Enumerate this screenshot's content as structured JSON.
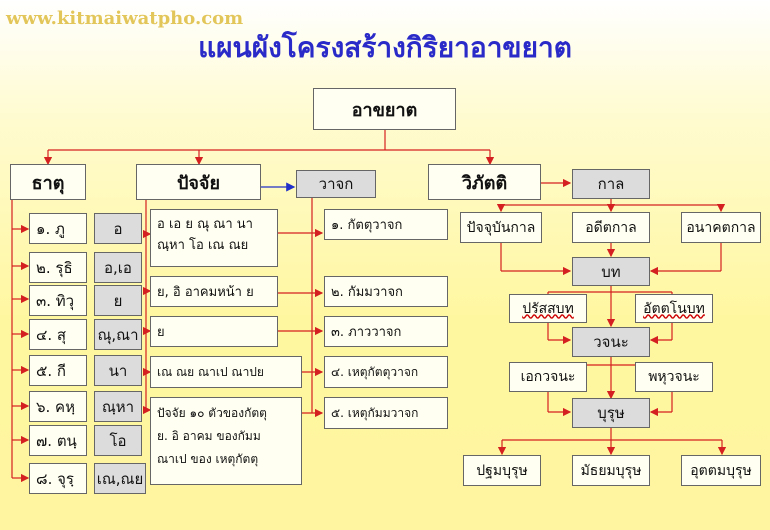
{
  "watermark": "www.kitmaiwatpho.com",
  "title": "แผนผังโครงสร้างกิริยาอาขยาต",
  "root": "อาขยาต",
  "dhatu": {
    "heading": "ธาตุ",
    "rows": [
      {
        "label": "๑. ภู",
        "vikarana": "อ"
      },
      {
        "label": "๒. รุธิ",
        "vikarana": "อ,เอ"
      },
      {
        "label": "๓. ทิวุ",
        "vikarana": "ย"
      },
      {
        "label": "๔. สุ",
        "vikarana": "ณุ,ณา"
      },
      {
        "label": "๕. กี",
        "vikarana": "นา"
      },
      {
        "label": "๖. คหฺ",
        "vikarana": "ณฺหา"
      },
      {
        "label": "๗. ตนฺ",
        "vikarana": "โอ"
      },
      {
        "label": "๘. จุรฺ",
        "vikarana": "เณ,ณย"
      }
    ]
  },
  "paccaya": {
    "heading": "ปัจจัย",
    "groups": [
      {
        "lines": [
          "อ เอ ย ณุ ณา นา",
          "ณฺหา โอ เณ ณย"
        ]
      },
      {
        "lines": [
          "ย, อิ อาคมหน้า ย"
        ]
      },
      {
        "lines": [
          "ย"
        ]
      },
      {
        "lines": [
          "เณ ณย ณาเป ณาปย"
        ]
      },
      {
        "lines": [
          "ปัจจัย ๑๐ ตัวของกัตตุ",
          "ย. อิ อาคม ของกัมม",
          "ณาเป  ของ เหตุกัตตุ"
        ]
      }
    ]
  },
  "vacaka": {
    "heading": "วาจก",
    "items": [
      "๑. กัตตุวาจก",
      "๒. กัมมวาจก",
      "๓. ภาววาจก",
      "๔. เหตุกัตตุวาจก",
      "๕. เหตุกัมมวาจก"
    ]
  },
  "vibhatti": {
    "heading": "วิภัตติ",
    "kala": "กาล",
    "tenses": [
      "ปัจจุบันกาล",
      "อดีตกาล",
      "อนาคตกาล"
    ],
    "bot": "บท",
    "bot_types": [
      "ปรัสสบท",
      "อัตตโนบท"
    ],
    "vacana": "วจนะ",
    "vacana_types": [
      "เอกวจนะ",
      "พหุวจนะ"
    ],
    "purisa": "บุรุษ",
    "purisa_types": [
      "ปฐมบุรุษ",
      "มัธยมบุรุษ",
      "อุตตมบุรุษ"
    ]
  },
  "colors": {
    "title": "#2a2ac9",
    "line_red": "#d42020",
    "line_blue": "#2030c8",
    "watermark": "#e3c65a"
  }
}
